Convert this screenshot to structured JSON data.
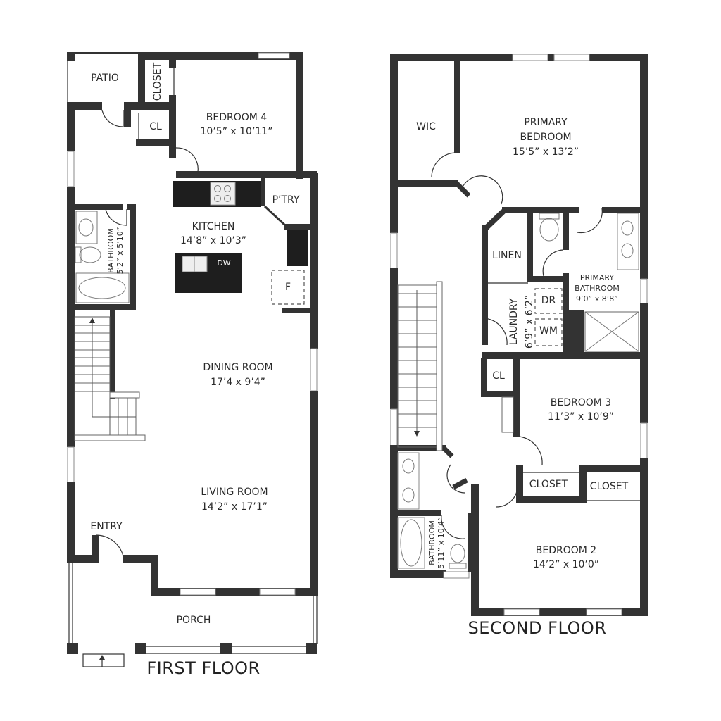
{
  "first_floor": {
    "title": "FIRST FLOOR",
    "rooms": {
      "patio": {
        "name": "PATIO"
      },
      "closet": {
        "name": "CLOSET"
      },
      "cl": {
        "name": "CL"
      },
      "bedroom4": {
        "name": "BEDROOM 4",
        "dims": "10’5” x 10’11”"
      },
      "pantry": {
        "name": "P’TRY"
      },
      "kitchen": {
        "name": "KITCHEN",
        "dims": "14’8” x 10’3”"
      },
      "dishwasher": {
        "name": "DW"
      },
      "fridge": {
        "name": "F"
      },
      "bathroom": {
        "name": "BATHROOM",
        "dims": "5’2” x 5’10”"
      },
      "dining": {
        "name": "DINING ROOM",
        "dims": "17’4 x 9’4”"
      },
      "living": {
        "name": "LIVING ROOM",
        "dims": "14’2” x 17’1”"
      },
      "entry": {
        "name": "ENTRY"
      },
      "porch": {
        "name": "PORCH"
      }
    }
  },
  "second_floor": {
    "title": "SECOND FLOOR",
    "rooms": {
      "wic": {
        "name": "WIC"
      },
      "primary_bedroom": {
        "name": "PRIMARY\nBEDROOM",
        "name1": "PRIMARY",
        "name2": "BEDROOM",
        "dims": "15’5” x 13’2”"
      },
      "linen": {
        "name": "LINEN"
      },
      "primary_bath": {
        "name1": "PRIMARY",
        "name2": "BATHROOM",
        "dims": "9’0” x 8’8”"
      },
      "laundry": {
        "name": "LAUNDRY",
        "dims": "6’9” x 6’2”"
      },
      "dryer": {
        "name": "DR"
      },
      "washer": {
        "name": "WM"
      },
      "cl": {
        "name": "CL"
      },
      "bedroom3": {
        "name": "BEDROOM 3",
        "dims": "11’3” x 10’9”"
      },
      "closet_a": {
        "name": "CLOSET"
      },
      "closet_b": {
        "name": "CLOSET"
      },
      "bathroom": {
        "name": "BATHROOM",
        "dims": "5’11” x 10’4”"
      },
      "bedroom2": {
        "name": "BEDROOM 2",
        "dims": "14’2” x 10’0”"
      }
    }
  }
}
